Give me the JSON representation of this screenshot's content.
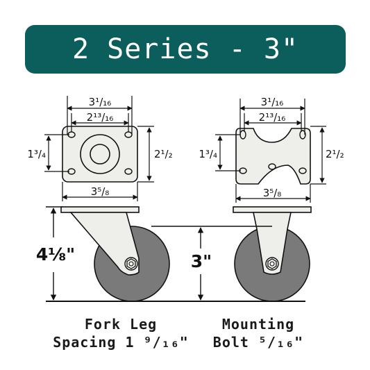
{
  "header": {
    "title": "2 Series - 3\""
  },
  "top_left_plate": {
    "width_outer": "3¹/₁₆",
    "width_inner": "2¹³/₁₆",
    "height_outer": "2¹/₂",
    "height_inner": "1³/₄",
    "bottom_width": "3⁵/₈"
  },
  "top_right_plate": {
    "width_outer": "3¹/₁₆",
    "width_inner": "2¹³/₁₆",
    "height_outer": "2¹/₂",
    "height_inner": "1³/₄",
    "bottom_width": "3⁵/₈"
  },
  "side_views": {
    "overall_height": "4⅛\"",
    "wheel_height": "3\""
  },
  "captions": {
    "left_line1": "Fork Leg",
    "left_line2": "Spacing 1 ⁹/₁₆\"",
    "right_line1": "Mounting",
    "right_line2": "Bolt ⁵/₁₆\""
  },
  "colors": {
    "banner": "#0b5e5c",
    "wheel": "#7a7a7a",
    "plate": "#eeeeea",
    "line": "#111111"
  }
}
